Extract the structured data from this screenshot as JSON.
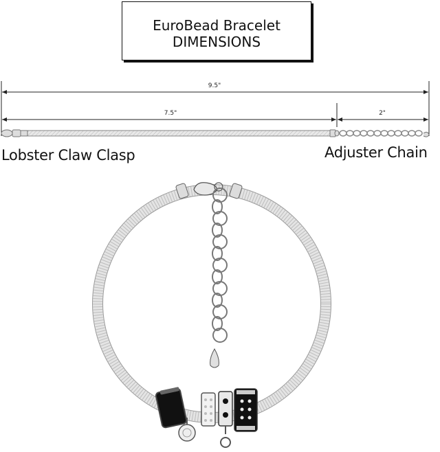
{
  "title": {
    "line1": "EuroBead Bracelet",
    "line2": "DIMENSIONS"
  },
  "dimensions": {
    "total": "9.5\"",
    "bracelet": "7.5\"",
    "extender": "2\""
  },
  "labels": {
    "clasp": "Lobster Claw Clasp",
    "adjuster": "Adjuster Chain"
  }
}
